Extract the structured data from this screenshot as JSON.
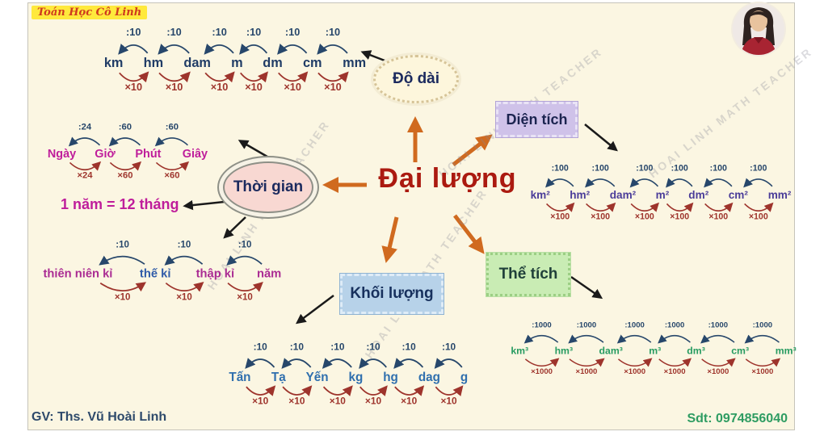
{
  "page": {
    "brand": "Toán Học Cô Linh",
    "teacher": "GV: Ths. Vũ Hoài Linh",
    "phone": "Sdt: 0974856040",
    "watermark": "HOAI LINH MATH TEACHER"
  },
  "center": {
    "title": "Đại lượng",
    "color": "#ab1a10"
  },
  "nodes": [
    {
      "id": "do-dai",
      "label": "Độ dài"
    },
    {
      "id": "dien-tich",
      "label": "Diện tích"
    },
    {
      "id": "thoi-gian",
      "label": "Thời gian"
    },
    {
      "id": "khoi-luong",
      "label": "Khối lượng"
    },
    {
      "id": "the-tich",
      "label": "Thể tích"
    }
  ],
  "extra": {
    "year_note": "1 năm  = 12 tháng"
  },
  "colors": {
    "divide_label": "#27476b",
    "multiply_label": "#9e342c",
    "orange_arrow": "#d06a1f",
    "black_arrow": "#1a1a1a"
  },
  "chains": {
    "length": {
      "units": [
        "km",
        "hm",
        "dam",
        "m",
        "dm",
        "cm",
        "mm"
      ],
      "top_labels": [
        ":10",
        ":10",
        ":10",
        ":10",
        ":10",
        ":10"
      ],
      "bottom_labels": [
        "×10",
        "×10",
        "×10",
        "×10",
        "×10",
        "×10"
      ],
      "unit_color": "#203c66",
      "top_color": "#27476b",
      "bottom_color": "#9e342c"
    },
    "area": {
      "units": [
        "km²",
        "hm²",
        "dam²",
        "m²",
        "dm²",
        "cm²",
        "mm²"
      ],
      "top_labels": [
        ":100",
        ":100",
        ":100",
        ":100",
        ":100",
        ":100"
      ],
      "bottom_labels": [
        "×100",
        "×100",
        "×100",
        "×100",
        "×100",
        "×100"
      ],
      "unit_color": "#4a3c99",
      "top_color": "#27476b",
      "bottom_color": "#9e342c"
    },
    "time": {
      "units": [
        "Ngày",
        "Giờ",
        "Phút",
        "Giây"
      ],
      "top_labels": [
        ":24",
        ":60",
        ":60"
      ],
      "bottom_labels": [
        "×24",
        "×60",
        "×60"
      ],
      "unit_color": "#bf1d9b",
      "top_color": "#27476b",
      "bottom_color": "#9e342c"
    },
    "decade": {
      "units": [
        "thiên niên kỉ",
        "thế kỉ",
        "thập kỉ",
        "năm"
      ],
      "top_labels": [
        ":10",
        ":10",
        ":10"
      ],
      "bottom_labels": [
        "×10",
        "×10",
        "×10"
      ],
      "unit_color": "#aa2b93",
      "unit_colors": [
        "#aa2b93",
        "#2f5ba8",
        "#aa2b93",
        "#aa2b93"
      ],
      "top_color": "#27476b",
      "bottom_color": "#9e342c"
    },
    "mass": {
      "units": [
        "Tấn",
        "Tạ",
        "Yến",
        "kg",
        "hg",
        "dag",
        "g"
      ],
      "top_labels": [
        ":10",
        ":10",
        ":10",
        ":10",
        ":10",
        ":10"
      ],
      "bottom_labels": [
        "×10",
        "×10",
        "×10",
        "×10",
        "×10",
        "×10"
      ],
      "unit_color": "#2f6fae",
      "top_color": "#27476b",
      "bottom_color": "#9e342c"
    },
    "volume": {
      "units": [
        "km³",
        "hm³",
        "dam³",
        "m³",
        "dm³",
        "cm³",
        "mm³"
      ],
      "top_labels": [
        ":1000",
        ":1000",
        ":1000",
        ":1000",
        ":1000",
        ":1000"
      ],
      "bottom_labels": [
        "×1000",
        "×1000",
        "×1000",
        "×1000",
        "×1000",
        "×1000"
      ],
      "unit_color": "#279b61",
      "top_color": "#27476b",
      "bottom_color": "#9e342c"
    }
  }
}
